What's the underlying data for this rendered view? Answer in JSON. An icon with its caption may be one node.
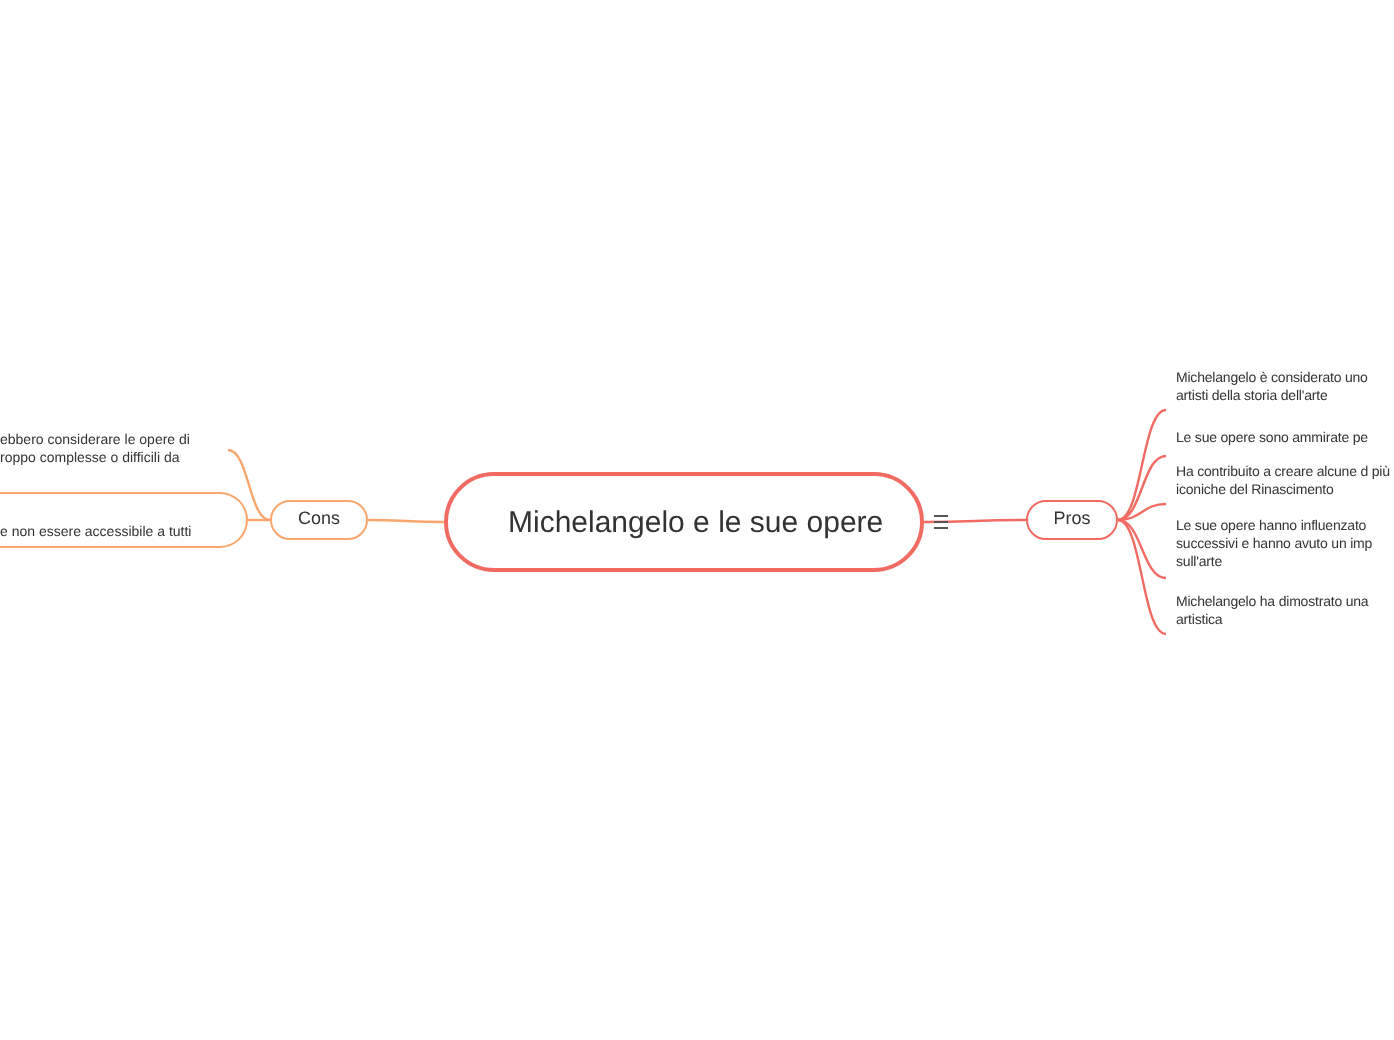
{
  "diagram": {
    "nodes": [
      {
        "text": [
          "Michelangelo e le sue opere"
        ]
      },
      {
        "text": [
          "Pros"
        ]
      },
      {
        "text": [
          "Michelangelo è considerato uno artisti della storia dell'arte"
        ]
      },
      {
        "text": [
          "Le sue opere sono ammirate pe"
        ]
      },
      {
        "text": [
          "Ha contribuito a creare alcune d più iconiche del Rinascimento"
        ]
      },
      {
        "text": [
          "Le sue opere hanno influenzato successivi e hanno avuto un imp sull'arte"
        ]
      },
      {
        "text": [
          "Michelangelo ha dimostrato una artistica"
        ]
      },
      {
        "text": [
          "Cons"
        ]
      },
      {
        "text": [
          "ebbero considerare le opere di roppo complesse o difficili da"
        ]
      },
      {
        "text": [
          "e non essere accessibile a tutti"
        ]
      }
    ],
    "edges": [
      {
        "from": 0,
        "to": 1,
        "arrow": "none"
      },
      {
        "from": 1,
        "to": 2,
        "arrow": "none"
      },
      {
        "from": 1,
        "to": 3,
        "arrow": "none"
      },
      {
        "from": 1,
        "to": 4,
        "arrow": "none"
      },
      {
        "from": 1,
        "to": 5,
        "arrow": "none"
      },
      {
        "from": 1,
        "to": 6,
        "arrow": "none"
      },
      {
        "from": 0,
        "to": 7,
        "arrow": "none",
        "color": "#f9a66c"
      },
      {
        "from": 7,
        "to": 8,
        "arrow": "none",
        "color": "#f9a66c"
      },
      {
        "from": 7,
        "to": 9,
        "arrow": "none",
        "color": "#f9a66c"
      }
    ]
  }
}
